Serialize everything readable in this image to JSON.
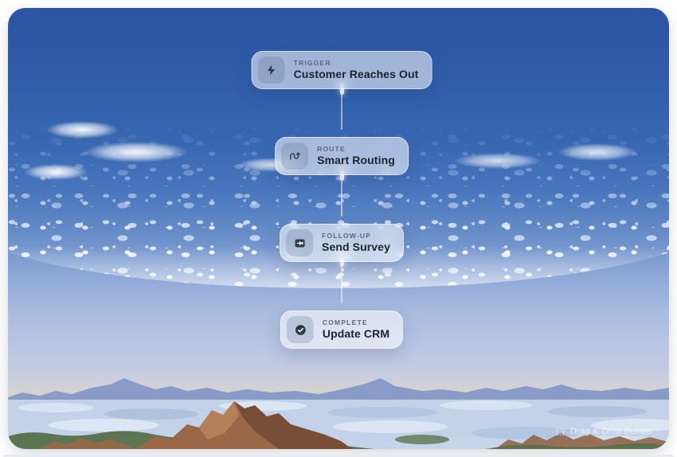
{
  "workflow": {
    "nodes": [
      {
        "id": "trigger",
        "label": "TRIGGER",
        "title": "Customer Reaches Out",
        "icon": "lightning-bolt-icon"
      },
      {
        "id": "route",
        "label": "ROUTE",
        "title": "Smart Routing",
        "icon": "route-icon"
      },
      {
        "id": "follow-up",
        "label": "FOLLOW-UP",
        "title": "Send Survey",
        "icon": "send-mail-icon"
      },
      {
        "id": "complete",
        "label": "COMPLETE",
        "title": "Update CRM",
        "icon": "check-circle-icon"
      }
    ]
  },
  "scene": {
    "watermark": {
      "icon": "drag-handle-icon",
      "label": "Drag & Drop Builder"
    }
  },
  "colors": {
    "sky_top": "#2b54a1",
    "sky_horizon": "#e6d8c4",
    "card_glass": "rgba(255,255,255,0.55)",
    "node_title": "#1d242e",
    "node_label": "#5e6875",
    "icon_glyph": "#323a46",
    "connector": "rgba(255,255,255,0.5)",
    "pulse": "#ffffff",
    "far_ridge": "#8096c5",
    "cloud_sea": "#c3d2e8",
    "mountain_brown": "#9a6848",
    "vegetation_green": "#4e6a44"
  }
}
